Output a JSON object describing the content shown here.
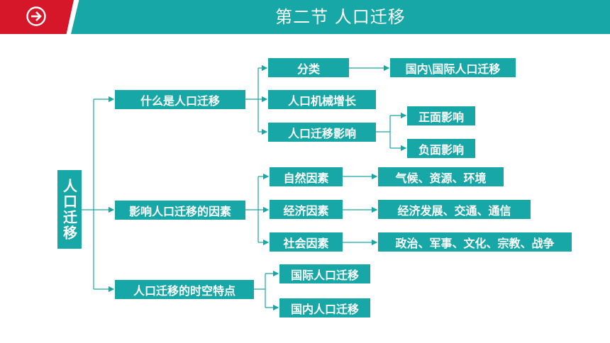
{
  "header": {
    "title": "第二节 人口迁移",
    "nav_icon": "arrow-right-circle-icon",
    "colors": {
      "red": "#d6172a",
      "teal": "#17a7a7"
    }
  },
  "diagram": {
    "root": "人口迁移",
    "branches": [
      {
        "label": "什么是人口迁移",
        "children": [
          {
            "label": "分类",
            "children": [
              {
                "label": "国内\\国际人口迁移"
              }
            ]
          },
          {
            "label": "人口机械增长"
          },
          {
            "label": "人口迁移影响",
            "children": [
              {
                "label": "正面影响"
              },
              {
                "label": "负面影响"
              }
            ]
          }
        ]
      },
      {
        "label": "影响人口迁移的因素",
        "children": [
          {
            "label": "自然因素",
            "children": [
              {
                "label": "气候、资源、环境"
              }
            ]
          },
          {
            "label": "经济因素",
            "children": [
              {
                "label": "经济发展、交通、通信"
              }
            ]
          },
          {
            "label": "社会因素",
            "children": [
              {
                "label": "政治、军事、文化、宗教、战争"
              }
            ]
          }
        ]
      },
      {
        "label": "人口迁移的时空特点",
        "children": [
          {
            "label": "国际人口迁移"
          },
          {
            "label": "国内人口迁移"
          }
        ]
      }
    ]
  }
}
